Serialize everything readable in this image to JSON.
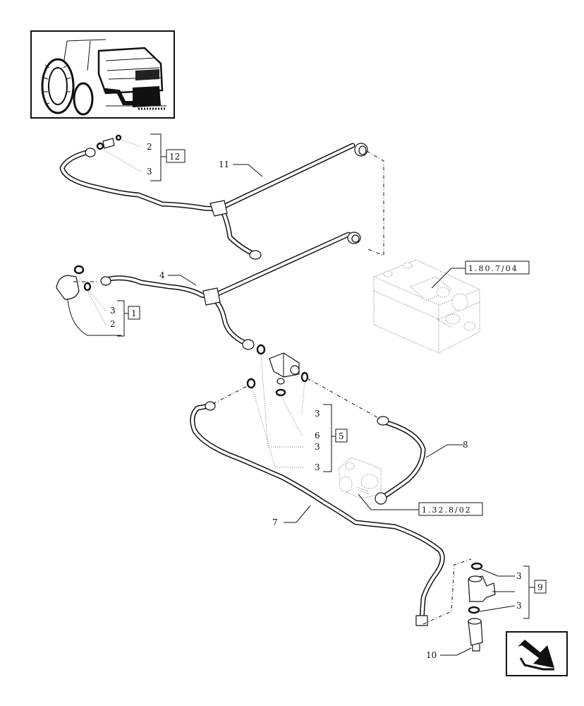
{
  "labels": {
    "pipe_upper": "11",
    "pipe_middle": "4",
    "pipe_lower_left": "7",
    "pipe_lower_right": "8",
    "fitting_bottom": "10",
    "n2_a": "2",
    "n3_a": "3",
    "n3_b": "3",
    "n2_b": "2",
    "n3_c": "3",
    "n6": "6",
    "n3_d": "3",
    "n3_e": "3",
    "n3_f": "3",
    "n3_g": "3"
  },
  "group_refs": {
    "g12": "12",
    "g1": "1",
    "g5": "5",
    "g9": "9"
  },
  "cross_refs": {
    "valve_block": "1.80.7/04",
    "cylinder": "1.32.8/02"
  }
}
